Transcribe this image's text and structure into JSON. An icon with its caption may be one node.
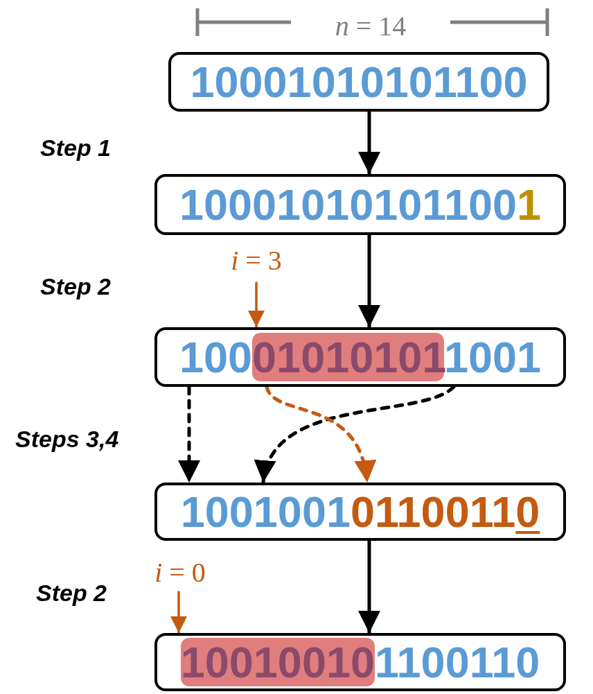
{
  "diagram": {
    "nodes": [
      {
        "text": [
          "10001010101100"
        ]
      },
      {
        "text": [
          "100010101011001"
        ]
      },
      {
        "text": [
          "*i* = 3"
        ]
      },
      {
        "text": [
          "100010101011001"
        ]
      },
      {
        "text": [
          "100100101100110"
        ]
      },
      {
        "text": [
          "*i* = 0"
        ]
      },
      {
        "text": [
          "100100101100110"
        ]
      }
    ],
    "edges": [
      {
        "from": 0,
        "to": 1,
        "arrow": "to"
      },
      {
        "from": 1,
        "to": 3,
        "arrow": "to"
      },
      {
        "from": 2,
        "to": 3,
        "arrow": "to",
        "color": "#c55a11"
      },
      {
        "from": 3,
        "to": 4,
        "arrow": "to",
        "style": "dashed"
      },
      {
        "from": 3,
        "to": 4,
        "arrow": "to",
        "style": "dashed"
      },
      {
        "from": 3,
        "to": 4,
        "arrow": "to",
        "style": "dashed",
        "color": "#c55a11"
      },
      {
        "from": 4,
        "to": 6,
        "arrow": "to"
      },
      {
        "from": 5,
        "to": 6,
        "arrow": "to",
        "color": "#c55a11"
      }
    ],
    "labels": [
      "*n* = 14",
      "Step 1",
      "Step 2",
      "Steps 3,4",
      "Step 2"
    ]
  }
}
